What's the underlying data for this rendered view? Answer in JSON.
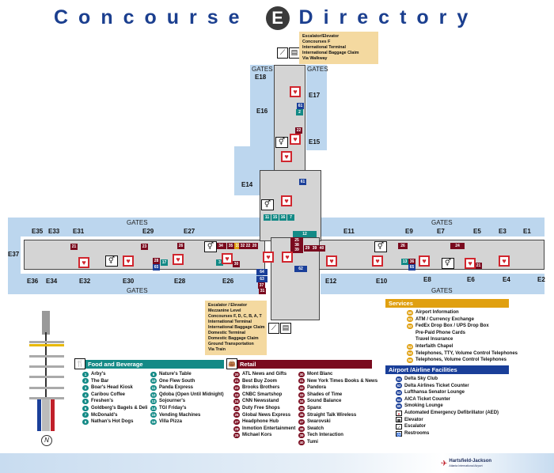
{
  "title": {
    "word1": "Concourse",
    "badge": "E",
    "word2": "Directory"
  },
  "gates_label": "GATES",
  "gates": {
    "E35": "E35",
    "E33": "E33",
    "E31": "E31",
    "E29": "E29",
    "E27": "E27",
    "E37": "E37",
    "E36": "E36",
    "E34": "E34",
    "E32": "E32",
    "E30": "E30",
    "E28": "E28",
    "E26": "E26",
    "E11": "E11",
    "E9": "E9",
    "E7": "E7",
    "E5": "E5",
    "E3": "E3",
    "E1": "E1",
    "E12": "E12",
    "E10": "E10",
    "E8": "E8",
    "E6": "E6",
    "E4": "E4",
    "E2": "E2",
    "E18": "E18",
    "E17": "E17",
    "E16": "E16",
    "E15": "E15",
    "E14": "E14"
  },
  "callout_top": [
    "Escalator/Elevator",
    "Concourses F",
    "International Terminal",
    "International Baggage Claim",
    "Via Walkway"
  ],
  "callout_bottom": [
    "Escalator / Elevator",
    "Mezzanine Level",
    "Concourses  F, D, C, B, A, T",
    "International Terminal",
    "International Baggage Claim",
    "Domestic Terminal",
    "Domestic Baggage Claim",
    "Ground Transportation",
    "Via Train"
  ],
  "markers": [
    "21",
    "23",
    "26",
    "34",
    "35",
    "31",
    "32",
    "22",
    "20",
    "28",
    "65",
    "17",
    "3",
    "30",
    "64",
    "63",
    "37",
    "31",
    "12",
    "25",
    "38",
    "39",
    "29",
    "39",
    "40",
    "26",
    "24",
    "13",
    "36",
    "65",
    "21",
    "62",
    "22",
    "61",
    "61",
    "2",
    "11",
    "15",
    "16",
    "7"
  ],
  "food": {
    "title": "Food and Beverage",
    "color": "#138a86",
    "items": [
      {
        "n": "1",
        "label": "Arby's"
      },
      {
        "n": "2",
        "label": "The Bar"
      },
      {
        "n": "3",
        "label": "Boar's Head Kiosk"
      },
      {
        "n": "4",
        "label": "Caribou Coffee"
      },
      {
        "n": "5",
        "label": "Freshen's"
      },
      {
        "n": "6",
        "label": "Goldberg's Bagels & Deli"
      },
      {
        "n": "7",
        "label": "McDonald's"
      },
      {
        "n": "8",
        "label": "Nathan's Hot Dogs"
      },
      {
        "n": "9",
        "label": "Nature's Table"
      },
      {
        "n": "10",
        "label": "One Flew South"
      },
      {
        "n": "11",
        "label": "Panda Express"
      },
      {
        "n": "12",
        "label": "Qdoba (Open Until Midnight)"
      },
      {
        "n": "13",
        "label": "Sojourner's"
      },
      {
        "n": "14",
        "label": "TGI Friday's"
      },
      {
        "n": "15",
        "label": "Vending Machines"
      },
      {
        "n": "16",
        "label": "Villa Pizza"
      }
    ]
  },
  "retail": {
    "title": "Retail",
    "color": "#7a0a1e",
    "items": [
      {
        "n": "20",
        "label": "ATL News and Gifts"
      },
      {
        "n": "21",
        "label": "Best Buy Zoom"
      },
      {
        "n": "22",
        "label": "Brooks Brothers"
      },
      {
        "n": "23",
        "label": "CNBC Smartshop"
      },
      {
        "n": "24",
        "label": "CNN Newsstand"
      },
      {
        "n": "25",
        "label": "Duty Free Shops"
      },
      {
        "n": "26",
        "label": "Global News Express"
      },
      {
        "n": "27",
        "label": "Headphone Hub"
      },
      {
        "n": "28",
        "label": "Inmotion Entertainment"
      },
      {
        "n": "29",
        "label": "Michael Kors"
      },
      {
        "n": "30",
        "label": "Mont Blanc"
      },
      {
        "n": "31",
        "label": "New York Times Books & News"
      },
      {
        "n": "32",
        "label": "Pandora"
      },
      {
        "n": "33",
        "label": "Shades of Time"
      },
      {
        "n": "34",
        "label": "Sound Balance"
      },
      {
        "n": "35",
        "label": "Spanx"
      },
      {
        "n": "36",
        "label": "Straight Talk Wireless"
      },
      {
        "n": "37",
        "label": "Swarovski"
      },
      {
        "n": "38",
        "label": "Swatch"
      },
      {
        "n": "39",
        "label": "Tech Interaction"
      },
      {
        "n": "40",
        "label": "Tumi"
      }
    ]
  },
  "services": {
    "title": "Services",
    "color": "#e0a010",
    "items": [
      {
        "n": "50",
        "label": "Airport Information"
      },
      {
        "n": "51",
        "label": "ATM / Currency Exchange"
      },
      {
        "n": "52",
        "label": "FedEx Drop Box / UPS Drop Box"
      },
      {
        "n": "",
        "label": "Pre-Paid Phone Cards"
      },
      {
        "n": "",
        "label": "Travel Insurance"
      },
      {
        "n": "53",
        "label": "Interfaith Chapel"
      },
      {
        "n": "54",
        "label": "Telephones, TTY, Volume Control Telephones"
      },
      {
        "n": "55",
        "label": "Telephones, Volume Control Telephones"
      }
    ]
  },
  "facilities": {
    "title": "Airport /Airline Facilities",
    "color": "#1a3f99",
    "items": [
      {
        "n": "61",
        "label": "Delta Sky Club"
      },
      {
        "n": "62",
        "label": "Delta Airlines Ticket Counter"
      },
      {
        "n": "63",
        "label": "Lufthansa Senator Lounge"
      },
      {
        "n": "64",
        "label": "AICA Ticket Counter"
      },
      {
        "n": "65",
        "label": "Smoking Lounge"
      },
      {
        "n": "♥",
        "label": "Automated Emergency Defibrillator (AED)"
      },
      {
        "n": "▤",
        "label": "Elevator"
      },
      {
        "n": "⟋",
        "label": "Escalator"
      },
      {
        "n": "♿",
        "label": "Restrooms"
      }
    ]
  },
  "compass": "N",
  "logo": {
    "name": "Hartsfield-Jackson",
    "sub": "Atlanta International Airport"
  }
}
